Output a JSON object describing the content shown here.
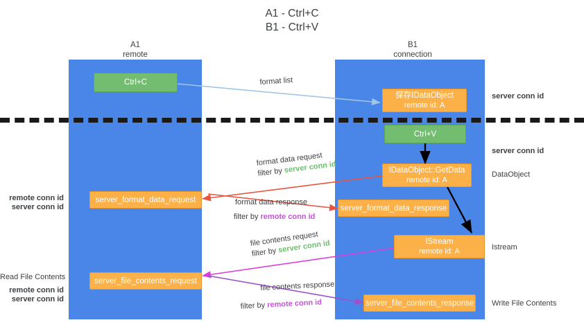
{
  "title": {
    "line1": "A1 - Ctrl+C",
    "line2": "B1 - Ctrl+V"
  },
  "colors": {
    "lane": "#4a86e8",
    "node_orange": "#fbb048",
    "node_green": "#72bd70",
    "server_conn_id": "#69c06a",
    "remote_conn_id": "#c455d6",
    "arrow_blue": "#9fc5e8",
    "arrow_red": "#e8543f",
    "arrow_magenta": "#d93fd9",
    "arrow_purple": "#9b51c9",
    "arrow_black": "#000000",
    "divider": "#1a1a1a"
  },
  "columns": [
    {
      "name": "A1",
      "sub": "remote"
    },
    {
      "name": "B1",
      "sub": "connection"
    }
  ],
  "nodes": {
    "ctrl_c": {
      "line1": "Ctrl+C"
    },
    "ctrl_v": {
      "line1": "Ctrl+V"
    },
    "save_idataobject": {
      "line1": "保存IDataObject",
      "line2": "remote id: A"
    },
    "idataobject_getdata": {
      "line1": "IDataObject::GetData",
      "line2": "remote id: A"
    },
    "istream": {
      "line1": "IStream",
      "line2": "remote id: A"
    },
    "server_format_data_request": {
      "line1": "server_format_data_request"
    },
    "server_format_data_response": {
      "line1": "server_format_data_response"
    },
    "server_file_contents_request": {
      "line1": "server_file_contents_request"
    },
    "server_file_contents_response": {
      "line1": "server_file_contents_response"
    }
  },
  "edges": {
    "format_list": "format list",
    "format_data_request": "format data request",
    "format_data_request_filter_prefix": "filter by ",
    "format_data_request_filter_key": "server conn id",
    "format_data_response": "format data response",
    "format_data_response_filter_prefix": "filter by ",
    "format_data_response_filter_key": "remote conn id",
    "file_contents_request": "file contents request",
    "file_contents_request_filter_prefix": "filter by ",
    "file_contents_request_filter_key": "server conn id",
    "file_contents_response": "file contents response",
    "file_contents_response_filter_prefix": "filter by ",
    "file_contents_response_filter_key": "remote conn id"
  },
  "right_labels": {
    "server_conn_id_top": "server conn id",
    "server_conn_id_second": "server conn id",
    "dataobject": "DataObject",
    "istream": "Istream",
    "write_file_contents": "Write File Contents"
  },
  "left_labels": {
    "remote_conn_id_mid": "remote conn id",
    "server_conn_id_mid": "server conn id",
    "read_file_contents": "Read File Contents",
    "remote_conn_id_bottom": "remote conn id",
    "server_conn_id_bottom": "server conn id"
  }
}
